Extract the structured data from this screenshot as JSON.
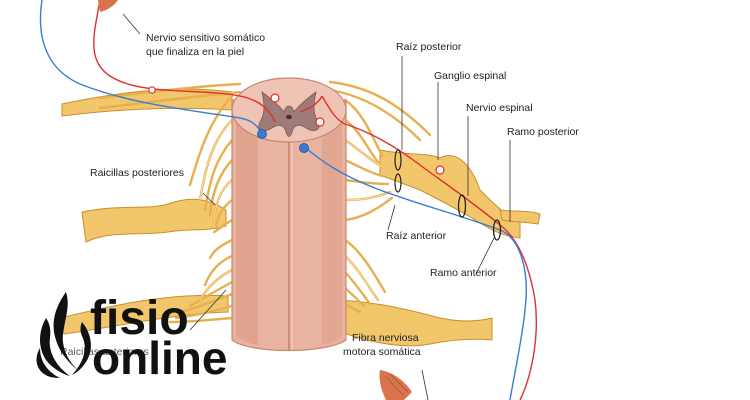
{
  "labels": {
    "nervio_sensitivo_line1": "Nervio sensitivo somático",
    "nervio_sensitivo_line2": "que finaliza en la piel",
    "raiz_posterior": "Raíz posterior",
    "ganglio_espinal": "Ganglio espinal",
    "nervio_espinal": "Nervio espinal",
    "ramo_posterior": "Ramo posterior",
    "raicillas_posteriores": "Raicillas posteriores",
    "raiz_anterior": "Raíz anterior",
    "ramo_anterior": "Ramo anterior",
    "fibra_line1": "Fibra nerviosa",
    "fibra_line2": "motora somática",
    "raicillas_anteriores": "Raicillas anteriores"
  },
  "logo": {
    "word1": "fisio",
    "word2": "online"
  },
  "colors": {
    "spinal_cord": "#e8b3a0",
    "nerve": "#f2c66b",
    "sensory_fiber": "#e03030",
    "motor_fiber": "#3b7bd4",
    "muscle": "#d9734e"
  }
}
